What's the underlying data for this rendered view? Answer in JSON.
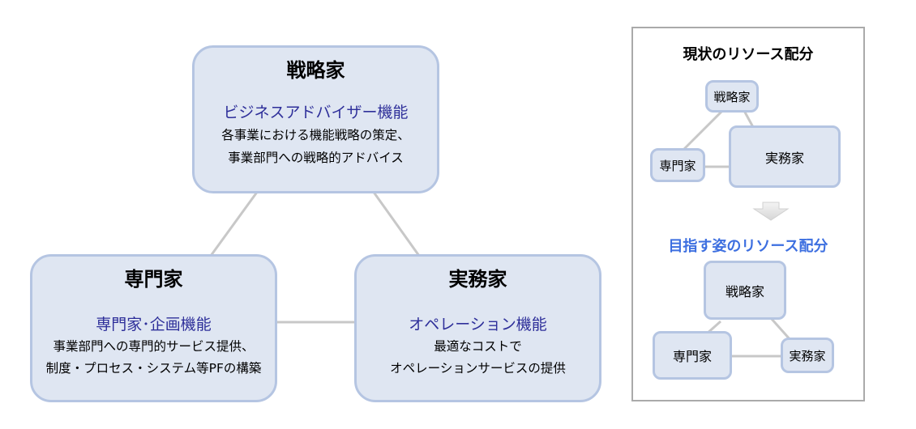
{
  "main_diagram": {
    "strategist": {
      "title": "戦略家",
      "function": "ビジネスアドバイザー機能",
      "desc_line1": "各事業における機能戦略の策定、",
      "desc_line2": "事業部門への戦略的アドバイス"
    },
    "specialist": {
      "title": "専門家",
      "function": "専門家･企画機能",
      "desc_line1": "事業部門への専門的サービス提供、",
      "desc_line2": "制度・プロセス・システム等PFの構築"
    },
    "practitioner": {
      "title": "実務家",
      "function": "オペレーション機能",
      "desc_line1": "最適なコストで",
      "desc_line2": "オペレーションサービスの提供"
    }
  },
  "side_panel": {
    "current": {
      "title": "現状のリソース配分",
      "strategist": "戦略家",
      "specialist": "専門家",
      "practitioner": "実務家"
    },
    "target": {
      "title": "目指す姿のリソース配分",
      "strategist": "戦略家",
      "specialist": "専門家",
      "practitioner": "実務家"
    }
  },
  "colors": {
    "node_fill": "#dfe6f2",
    "node_border": "#b5c5e2",
    "function_text": "#2e2f9a",
    "target_title": "#3d6fe0",
    "connector": "#c8c8c8"
  }
}
